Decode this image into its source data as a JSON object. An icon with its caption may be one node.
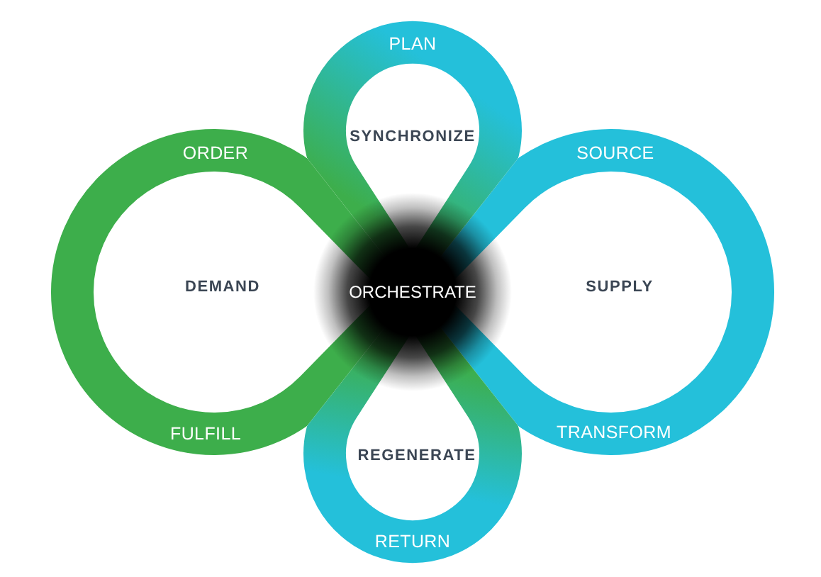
{
  "diagram": {
    "nodes": [
      {
        "text": [
          "PLAN",
          "SYNCHRONIZE"
        ]
      },
      {
        "text": [
          "ORDER",
          "DEMAND",
          "FULFILL"
        ]
      },
      {
        "text": [
          "ORCHESTRATE"
        ]
      },
      {
        "text": [
          "SOURCE",
          "SUPPLY",
          "TRANSFORM"
        ]
      },
      {
        "text": [
          "REGENERATE",
          "RETURN"
        ]
      }
    ]
  }
}
